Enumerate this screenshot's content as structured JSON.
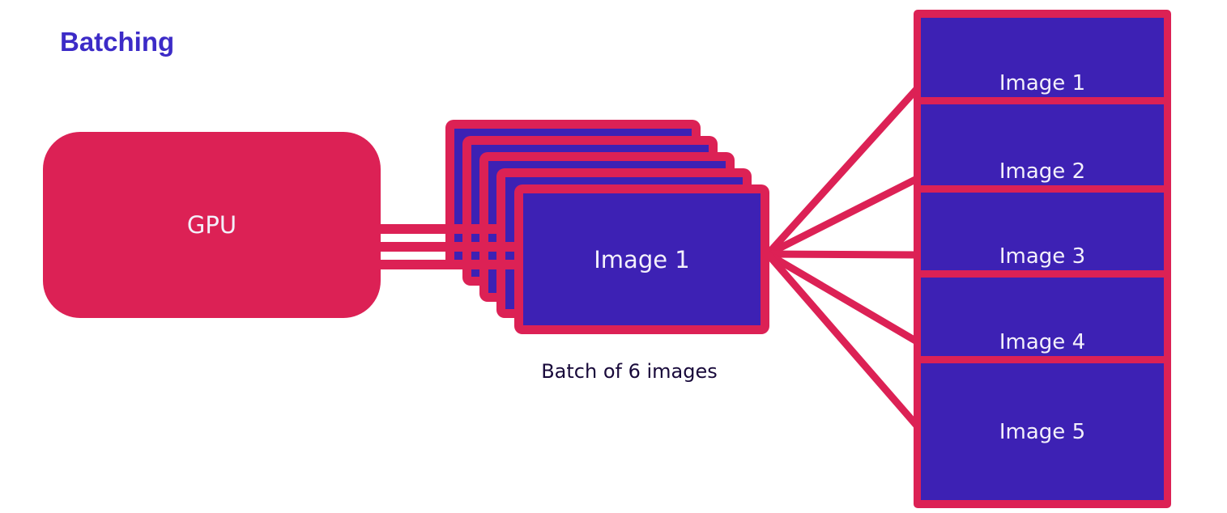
{
  "title": {
    "text": "Batching"
  },
  "colors": {
    "crimson": "#DC2155",
    "purple": "#3D21B4",
    "title_text": "#3C2BC7",
    "caption_text": "#18093A",
    "label_text": "#F3F0FB",
    "background": "#FFFFFF"
  },
  "gpu": {
    "label": "GPU"
  },
  "stack": {
    "front_label": "Image 1",
    "caption": "Batch of 6 images"
  },
  "output_column": {
    "rows": [
      {
        "label": "Image 1"
      },
      {
        "label": "Image 2"
      },
      {
        "label": "Image 3"
      },
      {
        "label": "Image 4"
      },
      {
        "label": "Image 5"
      }
    ]
  }
}
